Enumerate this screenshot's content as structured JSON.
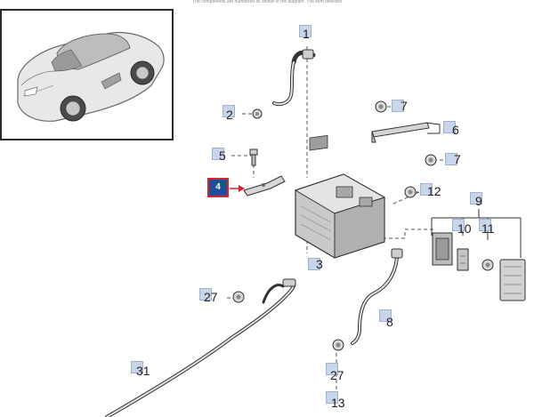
{
  "header_note": "The components are numbered as shown in the diagram. The item selected",
  "selected_part": "4",
  "colors": {
    "selected_fill": "#1f4f9a",
    "selected_border": "#d9232d",
    "arrow": "#d9232d",
    "tag_fill": "#c9d6ea",
    "line": "#555555"
  },
  "callouts": [
    {
      "id": "1",
      "label": "1"
    },
    {
      "id": "2",
      "label": "2"
    },
    {
      "id": "3",
      "label": "3"
    },
    {
      "id": "4",
      "label": "4"
    },
    {
      "id": "5",
      "label": "5"
    },
    {
      "id": "6",
      "label": "6"
    },
    {
      "id": "7a",
      "label": "7"
    },
    {
      "id": "7b",
      "label": "7"
    },
    {
      "id": "8",
      "label": "8"
    },
    {
      "id": "9",
      "label": "9"
    },
    {
      "id": "10",
      "label": "10"
    },
    {
      "id": "11",
      "label": "11"
    },
    {
      "id": "12",
      "label": "12"
    },
    {
      "id": "13",
      "label": "13"
    },
    {
      "id": "27a",
      "label": "27"
    },
    {
      "id": "27b",
      "label": "27"
    },
    {
      "id": "31",
      "label": "31"
    }
  ]
}
